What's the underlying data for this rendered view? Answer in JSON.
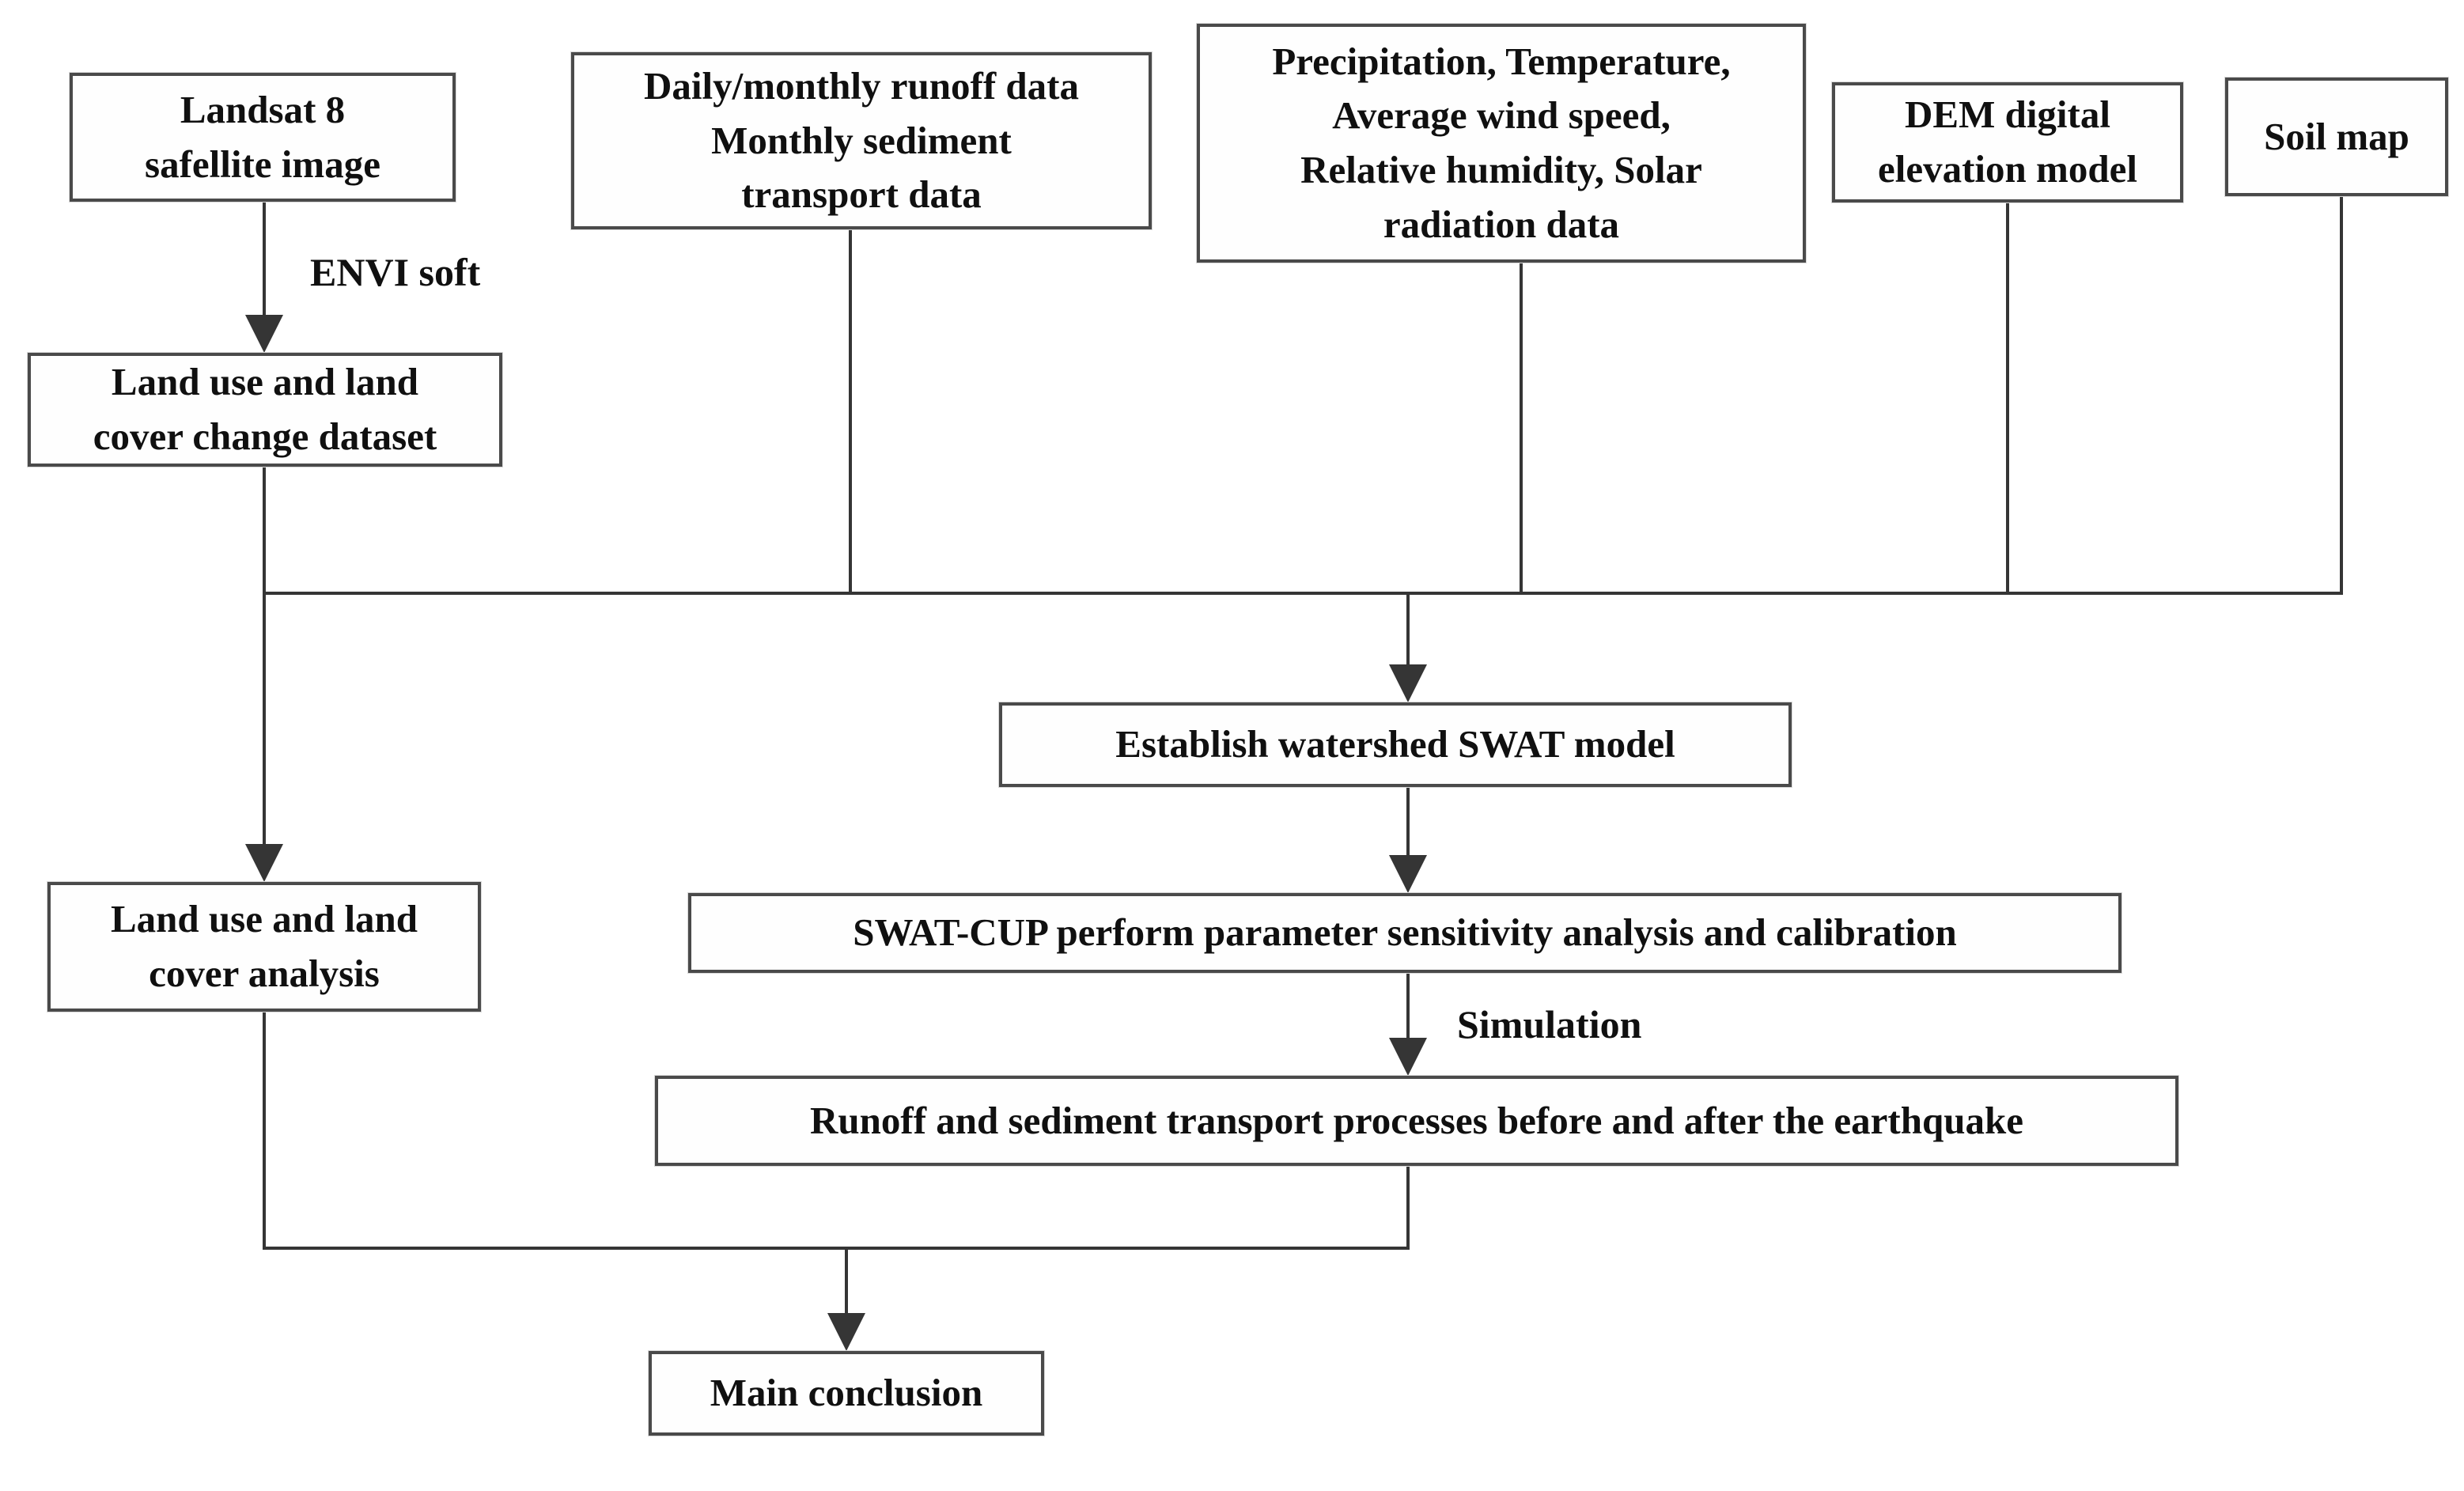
{
  "colors": {
    "background": "#ffffff",
    "box_border": "#4a4a4a",
    "line_color": "#353535",
    "text_color": "#101010"
  },
  "nodes": {
    "landsat": {
      "label": "Landsat 8\nsafellite image"
    },
    "runoff_data": {
      "label": "Daily/monthly runoff data\nMonthly sediment\ntransport data"
    },
    "climate_data": {
      "label": "Precipitation, Temperature,\nAverage wind speed,\nRelative humidity, Solar\nradiation data"
    },
    "dem": {
      "label": "DEM digital\nelevation model"
    },
    "soil_map": {
      "label": "Soil map"
    },
    "lulc_dataset": {
      "label": "Land use and land\ncover change dataset"
    },
    "lulc_analysis": {
      "label": "Land use and land\ncover analysis"
    },
    "swat_model": {
      "label": "Establish watershed SWAT model"
    },
    "swat_cup": {
      "label": "SWAT-CUP perform parameter sensitivity analysis and calibration"
    },
    "runoff_processes": {
      "label": "Runoff and sediment transport processes before and after the earthquake"
    },
    "main_conclusion": {
      "label": "Main conclusion"
    }
  },
  "edge_labels": {
    "envi_soft": "ENVI soft",
    "simulation": "Simulation"
  }
}
